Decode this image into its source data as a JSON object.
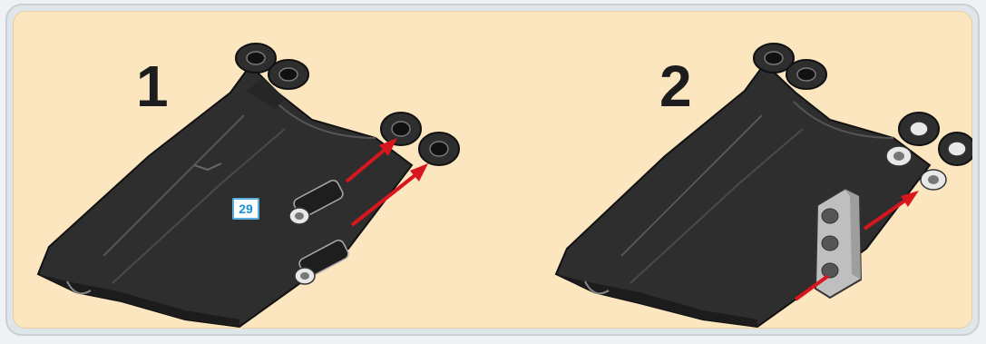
{
  "steps": [
    {
      "number": "1",
      "badge": "29"
    },
    {
      "number": "2"
    }
  ],
  "colors": {
    "panel_background": "#fbe6bf",
    "plate_dark": "#2e2e2e",
    "arrow": "#d8161d",
    "beam_light": "#bfbfbf",
    "badge_text": "#1a8fd2"
  },
  "icons": [
    "arrow-icon",
    "pin-icon",
    "beam-icon",
    "plate-icon"
  ]
}
